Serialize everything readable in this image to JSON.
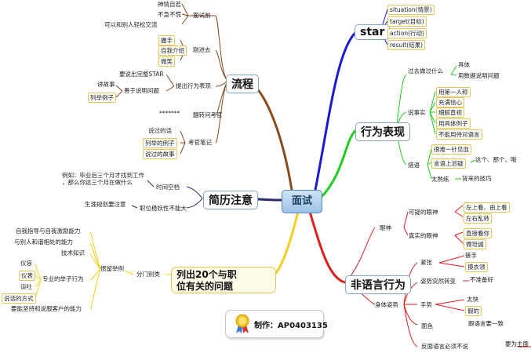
{
  "center": "面试",
  "branches": {
    "flow": {
      "title": "流程",
      "phases": [
        "面试前",
        "刚进去",
        "提出行为表现",
        "翻转问考官",
        "考官笔记"
      ],
      "before": [
        "神情自若",
        "不急不慌",
        "可以和别人轻松交流"
      ],
      "enter": [
        "握手",
        "自我介绍",
        "微笑"
      ],
      "present": [
        "要说出完整STAR",
        "善于说明问题",
        "讲故事",
        "列举例子"
      ],
      "reverse_prefix": "*******",
      "notes": [
        "说过的话",
        "列举的例子",
        "说过的故事"
      ]
    },
    "star": {
      "title": "star",
      "items": [
        "situation(情景)",
        "target(目标)",
        "action(行动)",
        "result(结果)"
      ]
    },
    "behavior": {
      "title": "行为表现",
      "past_label": "过去做过什么",
      "past_items": [
        "具体",
        "用数据说明问题"
      ],
      "speak_label": "说事实",
      "speak_items": [
        "用第一人称",
        "充满信心",
        "细腻直视",
        "用具体例子",
        "不能用待对语言"
      ],
      "words_label": "措语",
      "words_items": [
        "很难一针见血",
        "言语上迟疑",
        "这个、那个、哦",
        "太熟练",
        "背来的技巧"
      ]
    },
    "resume": {
      "title": "简历注意",
      "items": [
        "例如：毕业后三个月才找到工作\n，那么你这三个月在做什么",
        "时间空档",
        "生涯规划要注意",
        "职位稳妖性不能大"
      ]
    },
    "nonverbal": {
      "title": "非语言行为",
      "eye_label": "眼神",
      "eye_fake": "可疑的眼神",
      "eye_fake_items": [
        "左上看、由上看",
        "左右乱转"
      ],
      "eye_real": "真实的眼神",
      "eye_real_items": [
        "直接看你",
        "微坦诚"
      ],
      "body_label": "身体姿势",
      "tense": "紧张",
      "tense_items": [
        "搓手",
        "摸衣领"
      ],
      "sudden": "姿势突然转变",
      "sudden_item": "不准备好",
      "hands": "手势",
      "hands_items": [
        "太快",
        "假的"
      ],
      "face": "面色",
      "face_item": "跟语言要一致",
      "contra": "反面语言必须不说",
      "contra_item": "要为主面"
    },
    "questions": {
      "title": "列出20个与职\n位有关的问题",
      "split": "分门别类",
      "example": "惯留举例",
      "left_items": [
        "自我指导与自我激励能力",
        "与别人和谐相处的能力",
        "技术知识"
      ],
      "dress_label": "专业的举子行为",
      "dress_items": [
        "仪容",
        "仪表",
        "谈吐",
        "说话的方式"
      ],
      "last_item": "要能坚持和说服客户的能力"
    }
  },
  "credit": "制作：AP0403135",
  "colors": {
    "flow": "#8a4a20",
    "star": "#1a1ad4",
    "behavior": "#22cc22",
    "resume": "#2a2a6a",
    "nonverbal": "#dd2020",
    "questions": "#f0d020"
  }
}
